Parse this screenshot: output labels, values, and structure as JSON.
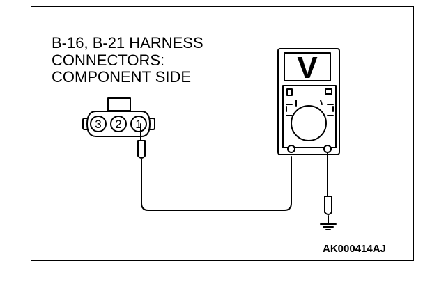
{
  "title": {
    "line1": "B-16, B-21 HARNESS",
    "line2": "CONNECTORS:",
    "line3": "COMPONENT SIDE"
  },
  "figure_code": "AK000414AJ",
  "connector": {
    "pins": [
      "3",
      "2",
      "1"
    ]
  },
  "meter": {
    "display_glyph": "V"
  }
}
